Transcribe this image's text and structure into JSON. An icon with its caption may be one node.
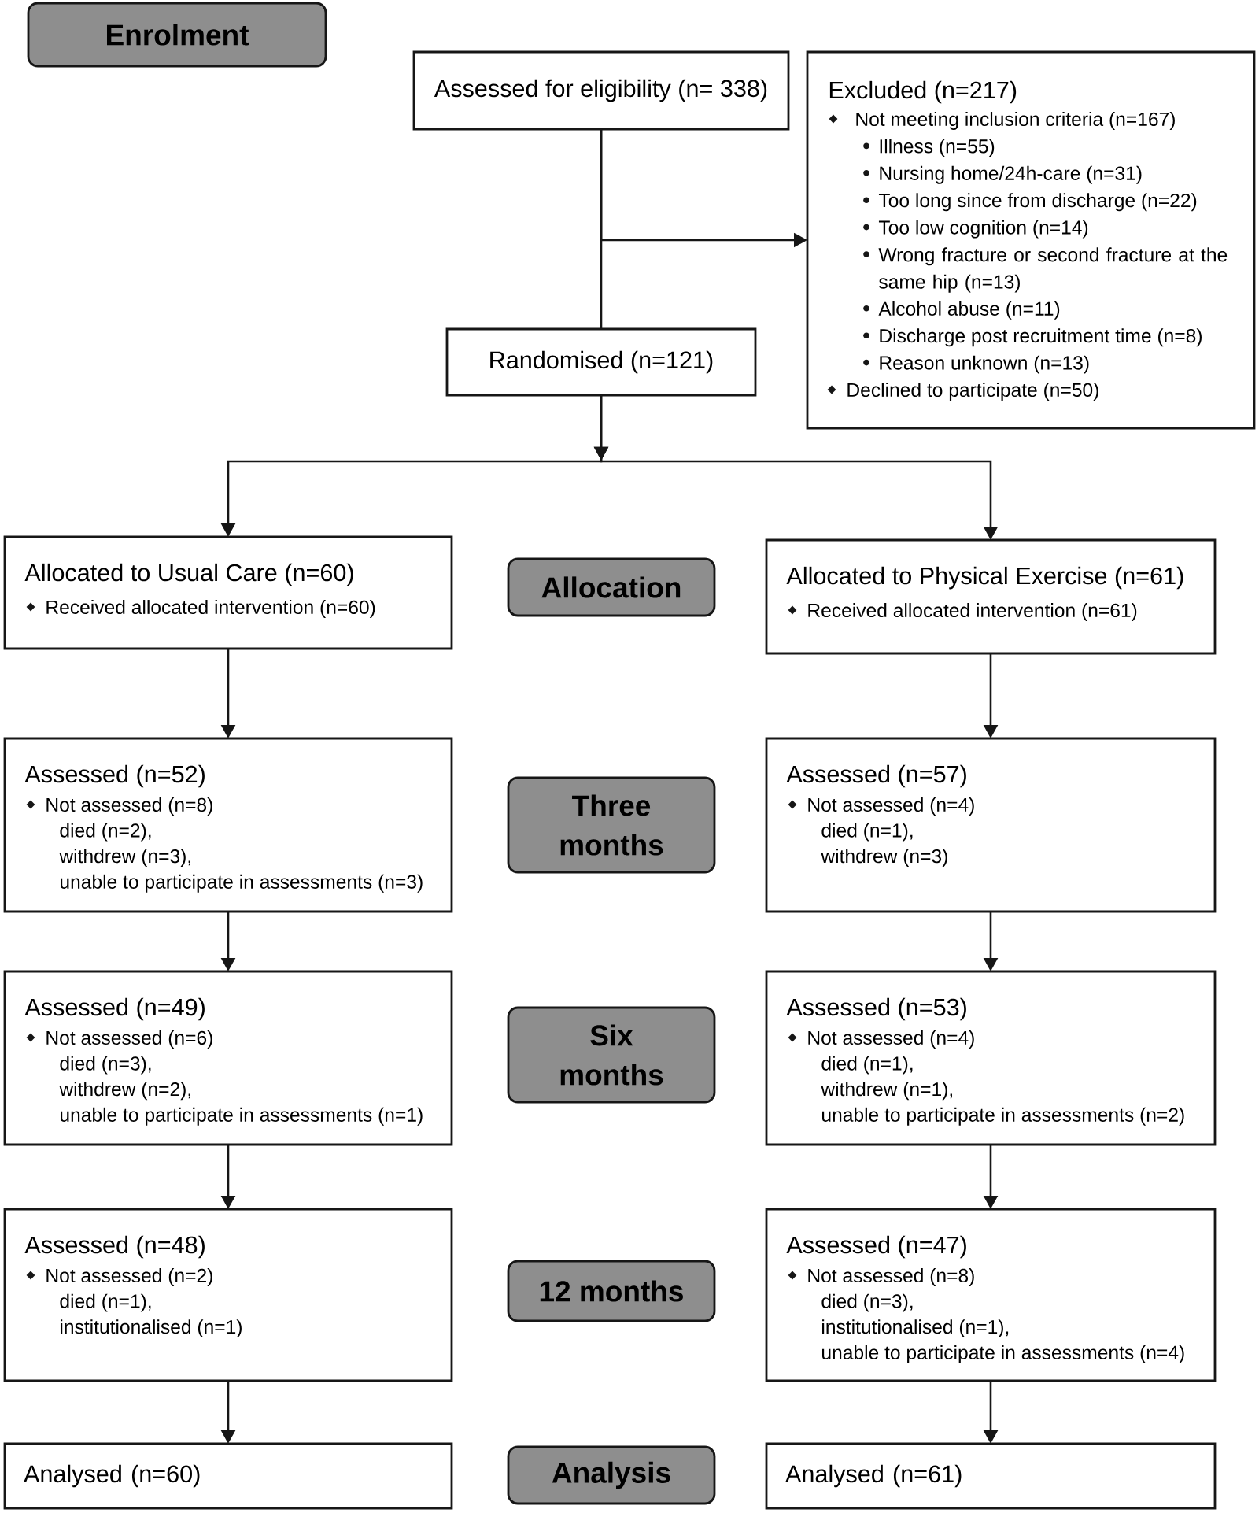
{
  "diagram": {
    "nodes": [
      {
        "text": [
          "Enrolment"
        ]
      },
      {
        "text": [
          "Assessed for eligibility (n= 338)"
        ]
      },
      {
        "text": [
          "Excluded (n=217)",
          "Not meeting inclusion criteria (n=167)",
          "Illness (n=55)",
          "Nursing home/24h-care (n=31)",
          "Too long since from discharge (n=22)",
          "Too low cognition (n=14)",
          "Wrong fracture or second fracture at the same hip (n=13)",
          "Alcohol abuse (n=11)",
          "Discharge post recruitment time (n=8)",
          "Reason unknown (n=13)",
          "Declined to participate (n=50)"
        ]
      },
      {
        "text": [
          "Randomised (n=121)"
        ]
      },
      {
        "text": [
          "Allocated to Usual Care (n=60)",
          "Received allocated intervention (n=60)"
        ]
      },
      {
        "text": [
          "Allocation"
        ]
      },
      {
        "text": [
          "Allocated to Physical Exercise (n=61)",
          "Received allocated intervention (n=61)"
        ]
      },
      {
        "text": [
          "Assessed (n=52)",
          "Not assessed (n=8)",
          "died (n=2),",
          "withdrew (n=3),",
          "unable to participate in assessments (n=3)"
        ]
      },
      {
        "text": [
          "Three months"
        ]
      },
      {
        "text": [
          "Assessed (n=57)",
          "Not assessed (n=4)",
          "died (n=1),",
          "withdrew (n=3)"
        ]
      },
      {
        "text": [
          "Assessed (n=49)",
          "Not assessed (n=6)",
          "died (n=3),",
          "withdrew (n=2),",
          "unable to participate in assessments (n=1)"
        ]
      },
      {
        "text": [
          "Six months"
        ]
      },
      {
        "text": [
          "Assessed (n=53)",
          "Not assessed (n=4)",
          "died (n=1),",
          "withdrew (n=1),",
          "unable to participate in assessments (n=2)"
        ]
      },
      {
        "text": [
          "Assessed (n=48)",
          "Not assessed (n=2)",
          "died (n=1),",
          "institutionalised (n=1)"
        ]
      },
      {
        "text": [
          "12 months"
        ]
      },
      {
        "text": [
          "Assessed (n=47)",
          "Not assessed (n=8)",
          "died (n=3),",
          "institutionalised (n=1),",
          "unable to participate in assessments (n=4)"
        ]
      },
      {
        "text": [
          "Analysed (n=60)"
        ]
      },
      {
        "text": [
          "Analysis"
        ]
      },
      {
        "text": [
          "Analysed (n=61)"
        ]
      }
    ],
    "edges": [
      {
        "from": 1,
        "to": 2,
        "arrow": "to"
      },
      {
        "from": 1,
        "to": 3,
        "arrow": "none"
      },
      {
        "from": 3,
        "to": 4,
        "arrow": "to"
      },
      {
        "from": 3,
        "to": 6,
        "arrow": "to"
      },
      {
        "from": 4,
        "to": 7,
        "arrow": "to"
      },
      {
        "from": 6,
        "to": 9,
        "arrow": "to"
      },
      {
        "from": 7,
        "to": 10,
        "arrow": "to"
      },
      {
        "from": 9,
        "to": 12,
        "arrow": "to"
      },
      {
        "from": 10,
        "to": 13,
        "arrow": "to"
      },
      {
        "from": 12,
        "to": 15,
        "arrow": "to"
      },
      {
        "from": 13,
        "to": 16,
        "arrow": "to"
      },
      {
        "from": 15,
        "to": 18,
        "arrow": "to"
      }
    ]
  }
}
